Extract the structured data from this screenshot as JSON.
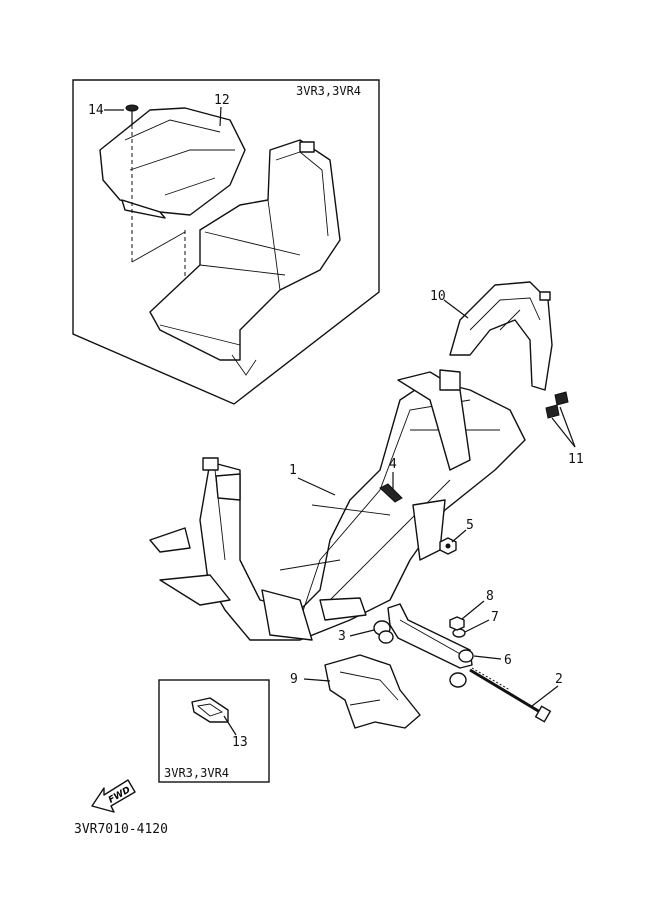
{
  "inset_top": {
    "model_label": "3VR3,3VR4"
  },
  "inset_bottom": {
    "model_label": "3VR3,3VR4"
  },
  "callouts": [
    {
      "id": "c1",
      "text": "1"
    },
    {
      "id": "c2",
      "text": "2"
    },
    {
      "id": "c3",
      "text": "3"
    },
    {
      "id": "c4",
      "text": "4"
    },
    {
      "id": "c5",
      "text": "5"
    },
    {
      "id": "c6",
      "text": "6"
    },
    {
      "id": "c7",
      "text": "7"
    },
    {
      "id": "c8",
      "text": "8"
    },
    {
      "id": "c9",
      "text": "9"
    },
    {
      "id": "c10",
      "text": "10"
    },
    {
      "id": "c11",
      "text": "11"
    },
    {
      "id": "c12",
      "text": "12"
    },
    {
      "id": "c13",
      "text": "13"
    },
    {
      "id": "c14",
      "text": "14"
    }
  ],
  "fwd_label": "FWD",
  "diagram_code": "3VR7010-4120"
}
